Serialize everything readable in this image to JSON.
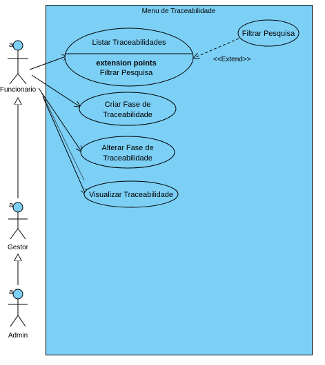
{
  "system": {
    "title": "Menu de Traceabilidade",
    "fill": "#7ccff5",
    "stroke": "#000000"
  },
  "actors": [
    {
      "id": "funcionario",
      "name": "Funcionario",
      "tag": "a",
      "head_color": "#7ccff5"
    },
    {
      "id": "gestor",
      "name": "Gestor",
      "tag": "a",
      "head_color": "#7ccff5"
    },
    {
      "id": "admin",
      "name": "Admin",
      "tag": "a",
      "head_color": "#7ccff5"
    }
  ],
  "use_cases": {
    "listar": {
      "name": "Listar Traceabilidades",
      "ext_title": "extension points",
      "ext_point": "Filtrar Pesquisa"
    },
    "filtrar": {
      "name": "Filtrar Pesquisa"
    },
    "criar": {
      "line1": "Criar Fase de",
      "line2": "Traceabilidade"
    },
    "alterar": {
      "line1": "Alterar Fase de",
      "line2": "Traceabilidade"
    },
    "visualizar": {
      "name": "Visualizar Traceabilidade"
    }
  },
  "relationships": {
    "extend_label": "<<Extend>>"
  }
}
